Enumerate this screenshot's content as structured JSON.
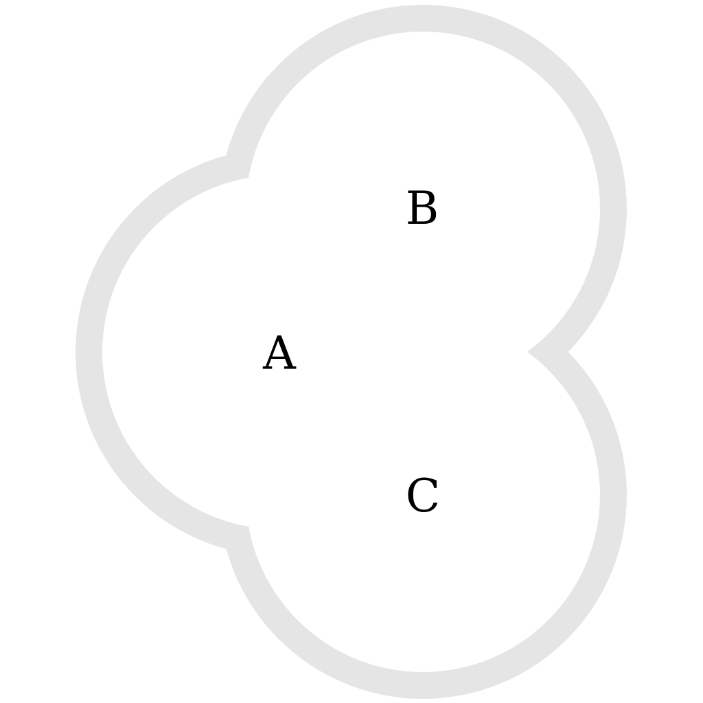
{
  "diagram": {
    "outline_color": "#e5e5e5",
    "background_color": "#ffffff",
    "nodes": [
      {
        "id": "a",
        "label": "A"
      },
      {
        "id": "b",
        "label": "B"
      },
      {
        "id": "c",
        "label": "C"
      }
    ]
  }
}
